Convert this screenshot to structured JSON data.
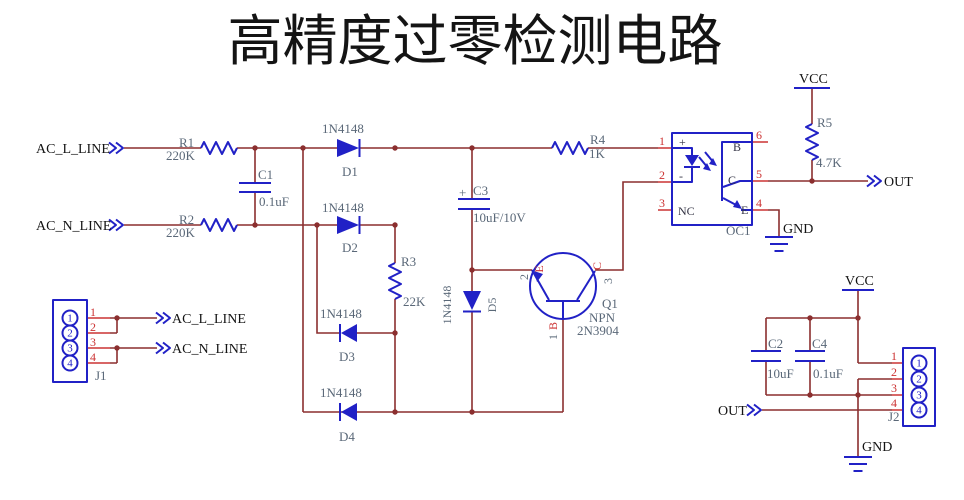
{
  "title": "高精度过零检测电路",
  "colors": {
    "wire": "#8b2f2f",
    "component": "#2121c6",
    "label": "#5a6878",
    "pin": "#cc3333",
    "text": "#141414",
    "bg": "#ffffff"
  },
  "ports": {
    "ac_l": "AC_L_LINE",
    "ac_n": "AC_N_LINE",
    "out": "OUT",
    "vcc": "VCC",
    "gnd": "GND"
  },
  "resistors": {
    "r1": {
      "ref": "R1",
      "value": "220K"
    },
    "r2": {
      "ref": "R2",
      "value": "220K"
    },
    "r3": {
      "ref": "R3",
      "value": "22K"
    },
    "r4": {
      "ref": "R4",
      "value": "1K"
    },
    "r5": {
      "ref": "R5",
      "value": "4.7K"
    }
  },
  "capacitors": {
    "c1": {
      "ref": "C1",
      "value": "0.1uF"
    },
    "c2": {
      "ref": "C2",
      "value": "10uF"
    },
    "c3": {
      "ref": "C3",
      "value": "10uF/10V",
      "polarity": "+"
    },
    "c4": {
      "ref": "C4",
      "value": "0.1uF"
    }
  },
  "diodes": {
    "d1": {
      "ref": "D1",
      "part": "1N4148"
    },
    "d2": {
      "ref": "D2",
      "part": "1N4148"
    },
    "d3": {
      "ref": "D3",
      "part": "1N4148"
    },
    "d4": {
      "ref": "D4",
      "part": "1N4148"
    },
    "d5": {
      "ref": "D5",
      "part": "1N4148"
    }
  },
  "transistor": {
    "ref": "Q1",
    "type": "NPN",
    "part": "2N3904",
    "pins": {
      "e_num": "2",
      "e_name": "E",
      "c_num": "3",
      "c_name": "C",
      "b_num": "1",
      "b_name": "B"
    }
  },
  "optocoupler": {
    "ref": "OC1",
    "pin_numbers": {
      "anode": "1",
      "cathode": "2",
      "nc": "3",
      "emitter": "4",
      "collector": "5",
      "base": "6"
    },
    "pin_labels": {
      "anode": "+",
      "cathode": "-",
      "nc": "NC",
      "base": "B",
      "collector": "C",
      "emitter": "E"
    }
  },
  "connectors": {
    "j1": {
      "ref": "J1",
      "pin_numbers": [
        "1",
        "2",
        "3",
        "4"
      ]
    },
    "j2": {
      "ref": "J2",
      "pin_numbers": [
        "1",
        "2",
        "3",
        "4"
      ]
    }
  }
}
